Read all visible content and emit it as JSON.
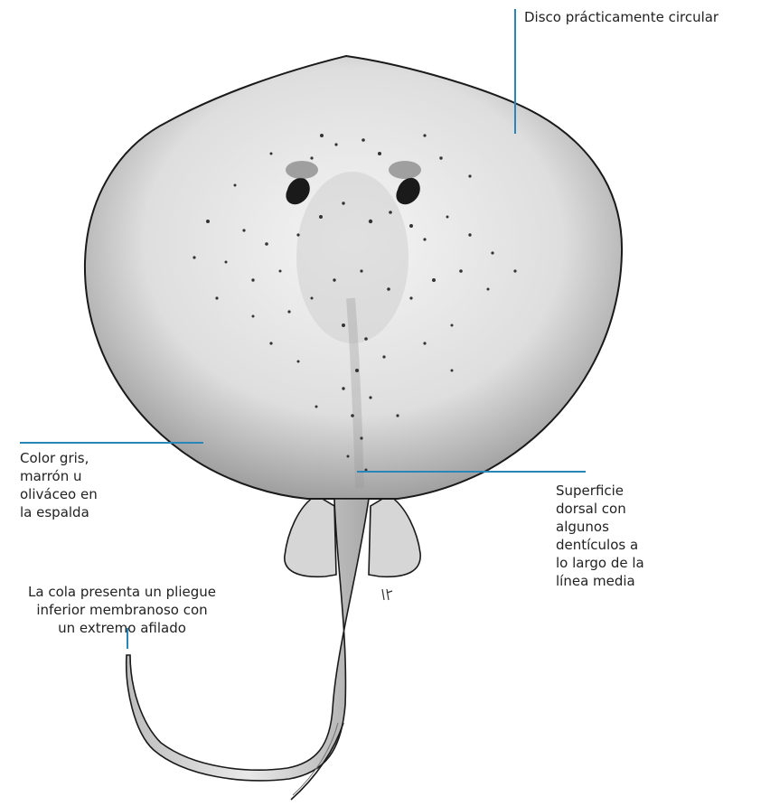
{
  "colors": {
    "leader_line": "#2a86b8",
    "body_fill": "#dcdcdc",
    "outline": "#1a1a1a",
    "spots": "#333333"
  },
  "labels": {
    "disc": "Disco prácticamente circular",
    "color": "Color gris,\nmarrón u\noliváceo en\nla espalda",
    "surface": "Superficie\ndorsal con\nalgunos\ndentículos a\nlo largo de la\nlínea media",
    "tail": "La cola presenta un pliegue\ninferior membranoso con\nun extremo afilado"
  }
}
